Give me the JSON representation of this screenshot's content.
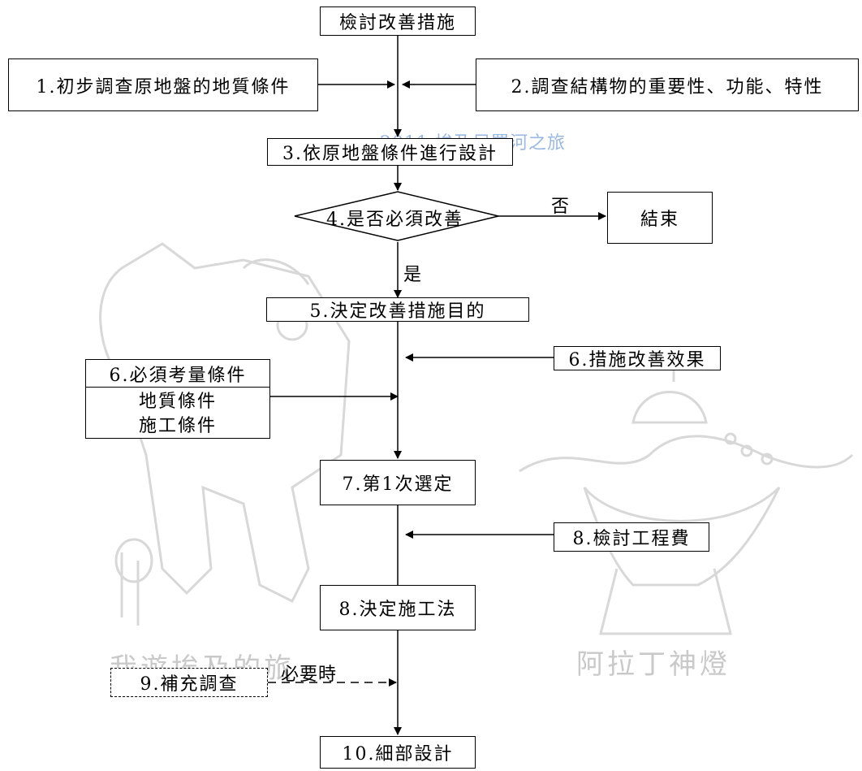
{
  "diagram": {
    "top": "檢討改善措施",
    "n1": "1.初步調查原地盤的地質條件",
    "n2": "2.調查結構物的重要性、功能、特性",
    "n3": "3.依原地盤條件進行設計",
    "n4": "4.是否必須改善",
    "no_label": "否",
    "end": "結束",
    "yes_label": "是",
    "n5": "5.決定改善措施目的",
    "n6a": "6.措施改善效果",
    "n6b": {
      "title": "6.必須考量條件",
      "items": [
        "地質條件",
        "施工條件"
      ]
    },
    "n7": "7.第1次選定",
    "n8a": "8.檢討工程費",
    "n8b": "8.決定施工法",
    "n9": "9.補充調查",
    "when_needed": "必要時",
    "n10": "10.細部設計"
  },
  "watermarks": {
    "title": "2011 埃及尼羅河之旅",
    "left": "我遊埃及的旅",
    "right": "阿拉丁神燈"
  }
}
